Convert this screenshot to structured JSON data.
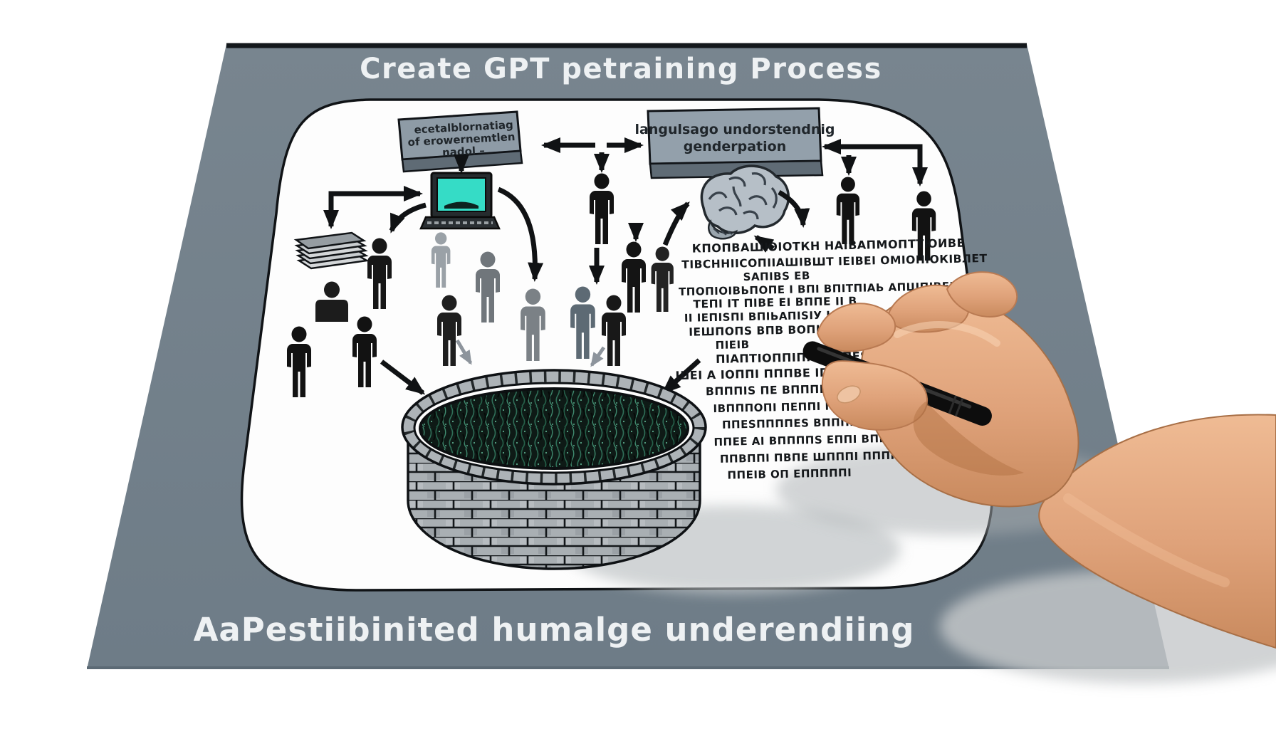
{
  "illustration": {
    "title": "Create GPT petraining Process",
    "caption": "AaPestiibinited humalge underendiing"
  },
  "flow_boxes": {
    "left": {
      "lines": [
        "ecetalblornatiag",
        "of erowernemtlen",
        "nadol –"
      ]
    },
    "right": {
      "lines": [
        "langulsago undorstendnig",
        "genderpation"
      ]
    }
  },
  "scribble": {
    "lines": [
      "КПОПВАШЮІОТКН   НАІВАПМОПТТЮИВЕ",
      "ТІВСННІІСОПІІАШІВШТ  ІЕІВЕІ ОМІОПІОКІВЛЕТ",
      "ЅАПІВЅ ЕВ",
      "ТПОПІОІВЬПОПЕ І ВПІ ВПІТПІАЬ АПШПІВЕПО ПІ",
      "ТЕПІ ІТ ПІВЕ ЕІ ВППЕ ІІ В",
      "ІІ ІЕПІЅПІ ВПІЬАПІЅІУ ІОПППІ ППІТОПНЕ",
      "ІЕШПОПЅ ВПВ ВОПНПІ В А ЕАПУПІЕ ПОП",
      "ПІЕІВ",
      "ПІАПТІОППІПІ І ЬАПЕЅ ВПЕ",
      "ШЕІ А ІОППІ ПППВЕ ІПППОІ",
      "ВПППІЅ ПЕ ВПППЕЅПІ ПППІЕ",
      "ІВПППОПІ ПЕППІ ГАППЬ ІВПППІ",
      "ППЕЅППППЕЅ ВППППЕ",
      "ППЕЕ АІ ВППППЅ ЕППІ ВПППП",
      "ППВППІ ПВПЕ ШПППІ ПППП",
      "ППЕІВ ОП ЕПППППІ"
    ]
  },
  "icons": {
    "laptop": "laptop-icon",
    "brain": "brain-icon",
    "papers": "documents-stack-icon",
    "well": "data-well-icon",
    "person": "stick-figure-icon",
    "hand": "hand-with-pen"
  },
  "palette": {
    "board_gray": "#75828d",
    "box_fill": "#8e9ba6",
    "page_white": "#fdfdfd",
    "screen_teal": "#35dcc6",
    "well_brick": "#a9afb3",
    "well_data_dark": "#0e1a16",
    "well_data_green": "#3f8a6e",
    "skin": "#dfa27a",
    "pen_black": "#0d0d0d",
    "figure_black": "#141414",
    "figure_gray": "#70767b"
  }
}
